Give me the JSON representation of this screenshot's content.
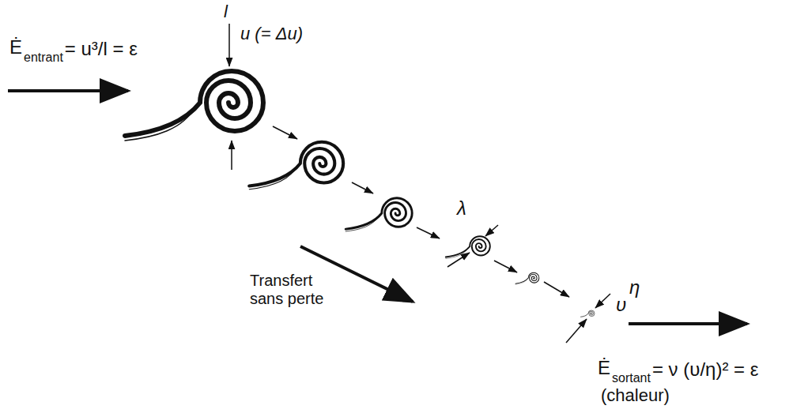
{
  "diagram": {
    "labels": [
      "Ė",
      "entrant",
      "= u³/l = ε",
      "l",
      "u (= Δu)",
      "Transfert sans perte",
      "λ",
      "υ",
      "η",
      "Ė",
      "sortant",
      "= ν (υ/η)² = ε",
      "(chaleur)"
    ]
  }
}
